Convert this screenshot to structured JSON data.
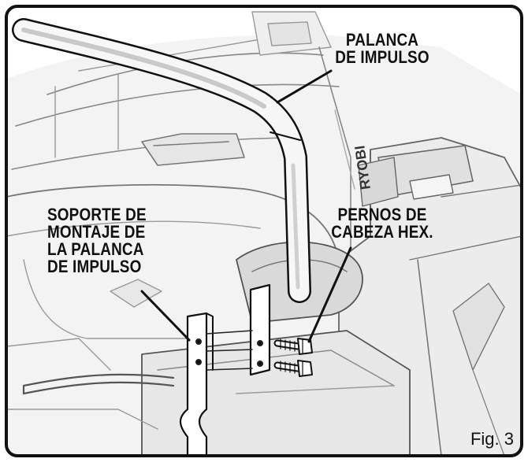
{
  "labels": {
    "palanca": [
      "PALANCA",
      "DE IMPULSO"
    ],
    "soporte": [
      "SOPORTE DE",
      "MONTAJE DE",
      "LA PALANCA",
      "DE IMPULSO"
    ],
    "pernos": [
      "PERNOS DE",
      "CABEZA HEX."
    ]
  },
  "brand_text": "RYOBI",
  "figure_label": "Fig. 3",
  "colors": {
    "ink": "#111111",
    "shade": "#dcdcdc",
    "light": "#efefef",
    "background": "#ffffff"
  }
}
